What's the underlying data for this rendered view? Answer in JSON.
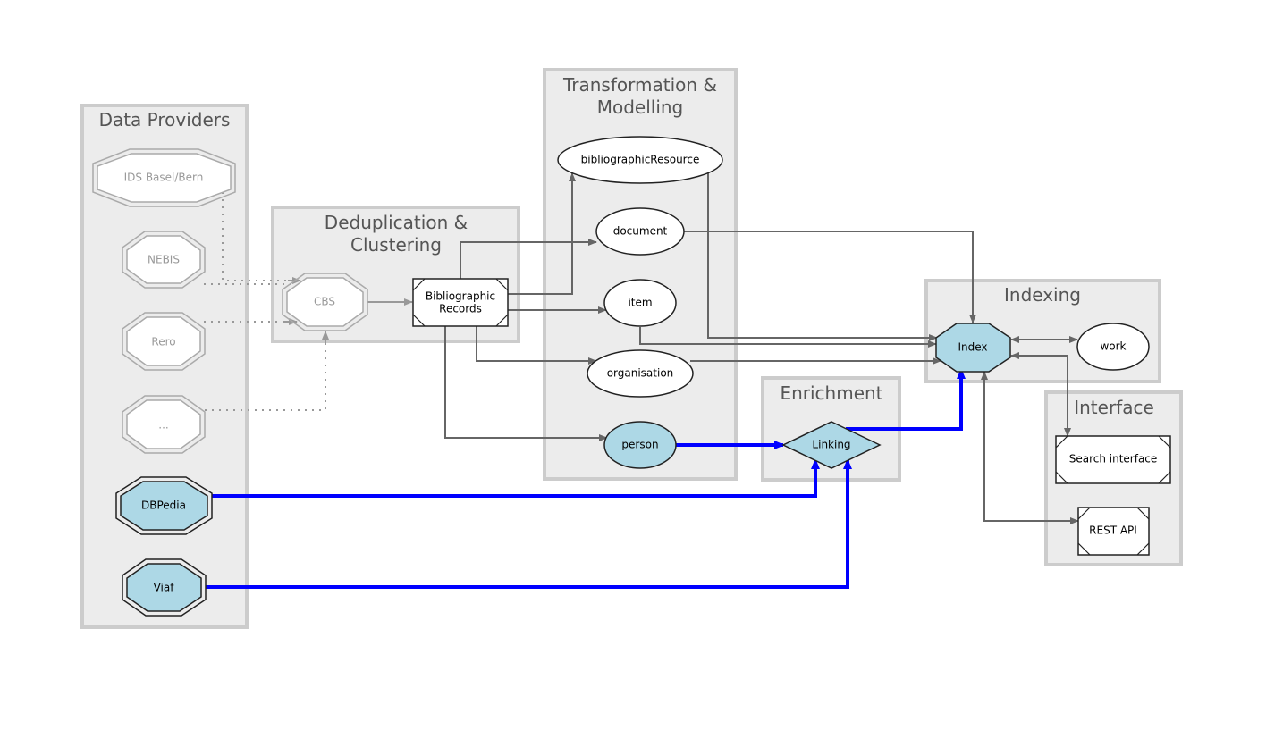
{
  "clusters": {
    "data_providers": {
      "title": "Data Providers"
    },
    "dedup": {
      "title1": "Deduplication &",
      "title2": "Clustering"
    },
    "transform": {
      "title1": "Transformation &",
      "title2": "Modelling"
    },
    "enrichment": {
      "title": "Enrichment"
    },
    "indexing": {
      "title": "Indexing"
    },
    "interface": {
      "title": "Interface"
    }
  },
  "nodes": {
    "ids": "IDS Basel/Bern",
    "nebis": "NEBIS",
    "rero": "Rero",
    "more": "...",
    "dbpedia": "DBPedia",
    "viaf": "Viaf",
    "cbs": "CBS",
    "bib_records1": "Bibliographic",
    "bib_records2": "Records",
    "bibliographic_resource": "bibliographicResource",
    "document": "document",
    "item": "item",
    "organisation": "organisation",
    "person": "person",
    "linking": "Linking",
    "index": "Index",
    "work": "work",
    "search_interface": "Search interface",
    "rest_api": "REST API"
  },
  "colors": {
    "highlight_fill": "#add8e6",
    "link_edge": "#0000ff",
    "edge": "#666666",
    "cluster_fill": "#ececec",
    "cluster_border": "#cccccc"
  }
}
